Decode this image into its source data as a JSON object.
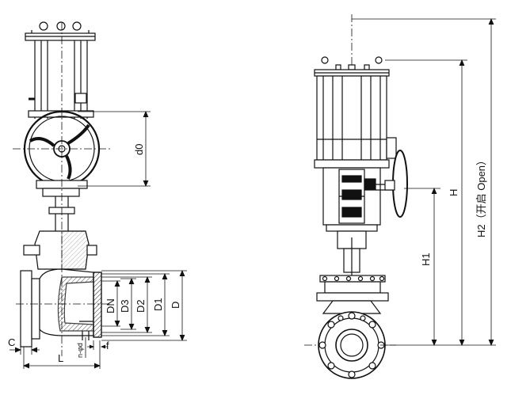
{
  "labels": {
    "d0": "d0",
    "dn": "DN",
    "d3": "D3",
    "d2": "D2",
    "d1": "D1",
    "d": "D",
    "c": "C",
    "l": "L",
    "f": "f",
    "n_phi_d": "n-φd",
    "h": "H",
    "h1": "H1",
    "h2": "H2（开启 Open）"
  }
}
